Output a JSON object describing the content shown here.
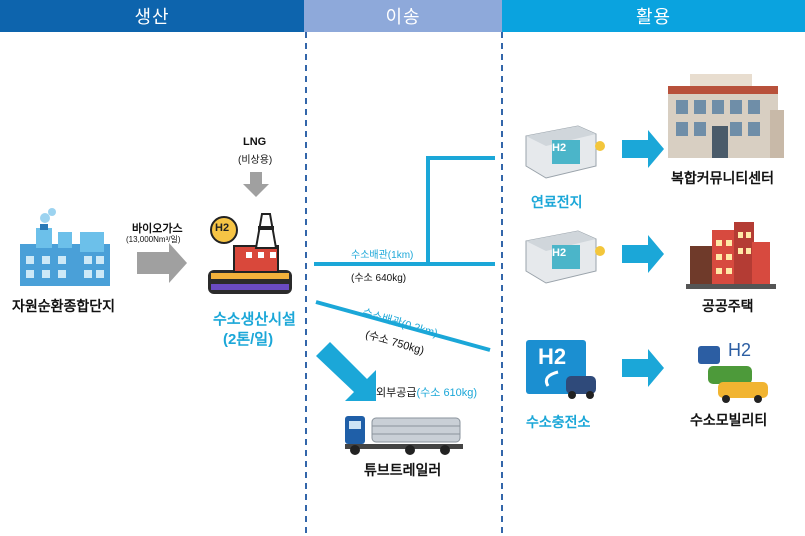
{
  "header": {
    "production": "생산",
    "transport": "이송",
    "utilization": "활용"
  },
  "source": {
    "label": "자원순환종합단지"
  },
  "biogas": {
    "label": "바이오가스",
    "sub": "(13,000Nm³/일)"
  },
  "lng": {
    "label": "LNG",
    "sub": "(비상용)"
  },
  "plant": {
    "label": "수소생산시설",
    "sub": "(2톤/일)",
    "badge": "H2"
  },
  "pipe1": {
    "label": "수소배관(1km)",
    "sub": "(수소 640kg)"
  },
  "pipe2": {
    "label": "수소배관(0.2km)",
    "sub": "(수소 750kg)"
  },
  "external": {
    "prefix": "외부공급",
    "amount": "(수소 610kg)"
  },
  "trailer": {
    "label": "튜브트레일러"
  },
  "fuelcell": {
    "label": "연료전지",
    "badge": "H2"
  },
  "station": {
    "label": "수소충전소",
    "badge": "H2"
  },
  "community": {
    "label": "복합커뮤니티센터"
  },
  "housing": {
    "label": "공공주택"
  },
  "mobility": {
    "label": "수소모빌리티",
    "badge": "H2"
  },
  "colors": {
    "header_dark": "#0d64ad",
    "header_light": "#8ea9da",
    "header_mid": "#0aa3df",
    "accent": "#1ba7d8",
    "arrow_gray": "#a0a0a0"
  }
}
